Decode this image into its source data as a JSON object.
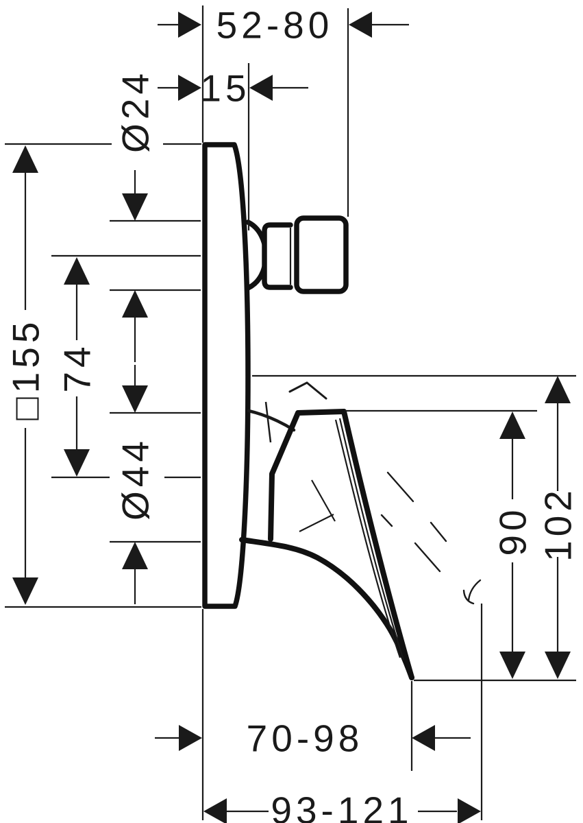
{
  "drawing": {
    "type": "technical-dimension-diagram",
    "line_color": "#1a1a1a",
    "background": "#ffffff",
    "dimensions": {
      "installation_depth_range": "52-80",
      "plate_thickness": "15",
      "stopper_cap_diameter": "Ø24",
      "escutcheon_plate_size": "□155",
      "axis_distance": "74",
      "spout_port_diameter": "Ø44",
      "lever_drop": "90",
      "lever_drop_max": "102",
      "lever_reach_range": "70-98",
      "lever_reach_max_range": "93-121"
    }
  }
}
